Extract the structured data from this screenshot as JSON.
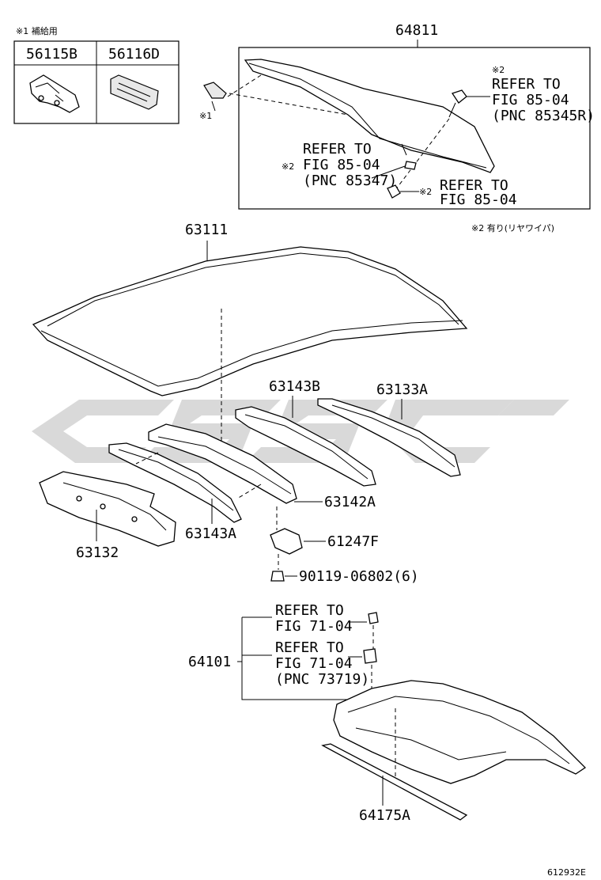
{
  "note1_header": "※1 補給用",
  "kit_table": {
    "col1": "56115B",
    "col2": "56116D"
  },
  "marks": {
    "m1": "※1",
    "m2a": "※2",
    "m2b": "※2",
    "m2c": "※2"
  },
  "glass_group": {
    "part_no": "64811",
    "ref_upper": [
      "REFER TO",
      "FIG 85-04",
      "(PNC 85345R)"
    ],
    "ref_mid": [
      "REFER TO",
      "FIG 85-04",
      "(PNC 85347)"
    ],
    "ref_lower": [
      "REFER TO",
      "FIG 85-04"
    ]
  },
  "note2": "※2 有り(リヤワイパ)",
  "parts": {
    "roof": "63111",
    "bow_b": "63143B",
    "bow_133a": "63133A",
    "bow_142a": "63142A",
    "bow_143a": "63143A",
    "panel_132": "63132",
    "clip": "61247F",
    "screw": "90119-06802(6)",
    "rear_shelf": "64101",
    "seal": "64175A"
  },
  "shelf_refs": {
    "ref_a": [
      "REFER TO",
      "FIG 71-04"
    ],
    "ref_b": [
      "REFER TO",
      "FIG 71-04",
      "(PNC 73719)"
    ]
  },
  "figure_code": "612932E"
}
